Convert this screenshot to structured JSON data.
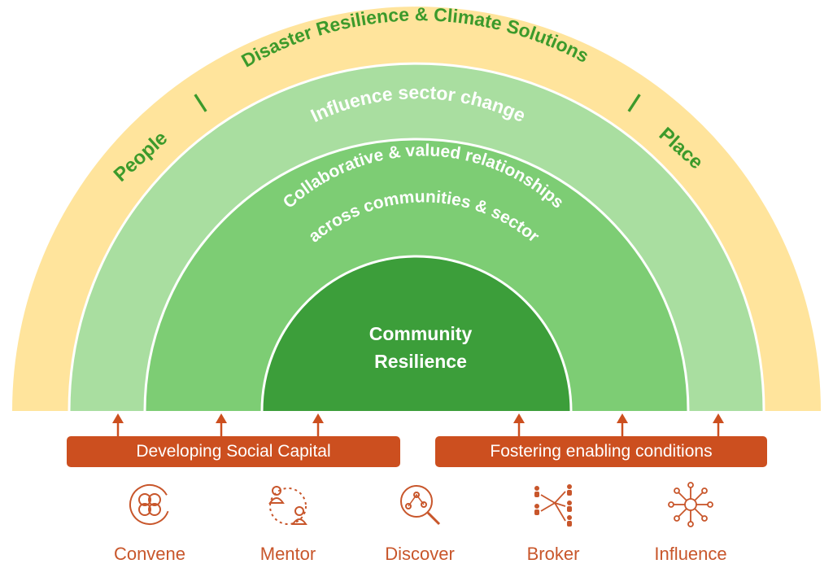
{
  "outer_ring": {
    "left": "People",
    "separator": "|",
    "center": "Disaster Resilience & Climate Solutions",
    "right": "Place"
  },
  "ring2": {
    "text": "Influence sector change"
  },
  "ring3": {
    "line1": "Collaborative & valued relationships",
    "line2": "across communities & sector"
  },
  "core": {
    "line1": "Community",
    "line2": "Resilience"
  },
  "bars": {
    "left": "Developing Social Capital",
    "right": "Fostering enabling conditions"
  },
  "activities": [
    {
      "label": "Convene",
      "icon": "convene-icon"
    },
    {
      "label": "Mentor",
      "icon": "mentor-icon"
    },
    {
      "label": "Discover",
      "icon": "discover-icon"
    },
    {
      "label": "Broker",
      "icon": "broker-icon"
    },
    {
      "label": "Influence",
      "icon": "influence-icon"
    }
  ],
  "colors": {
    "outer": "#ffe49c",
    "ring2": "#a9dea0",
    "ring3": "#7dcd74",
    "core": "#3c9e3a",
    "accent": "#cc4f1f",
    "outer_text": "#3c9a2b"
  }
}
